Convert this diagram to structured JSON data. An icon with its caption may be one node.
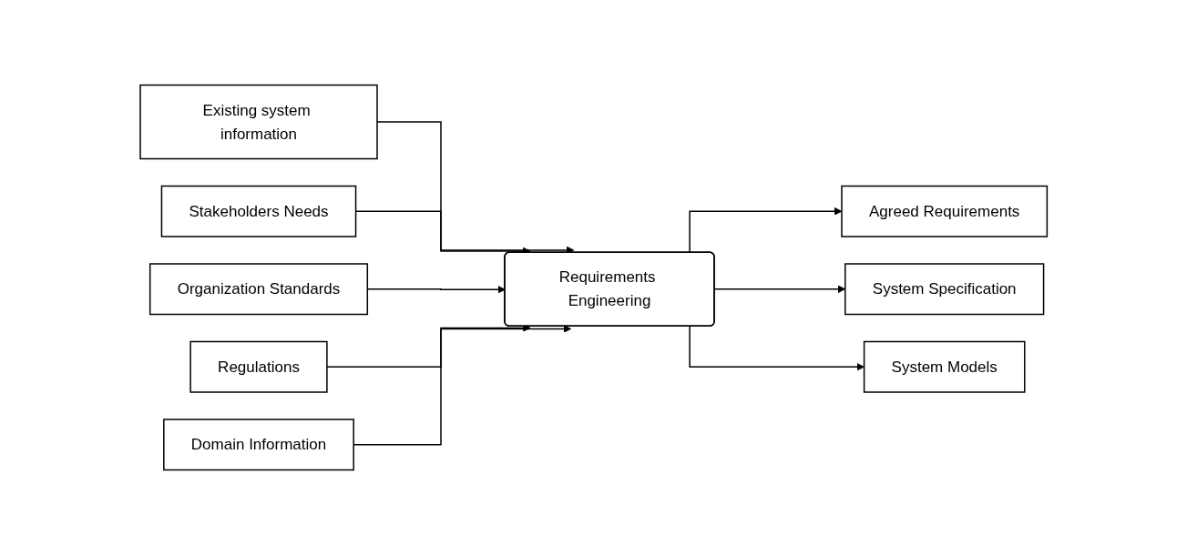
{
  "diagram": {
    "nodes": [
      {
        "text": [
          "Existing system information"
        ]
      },
      {
        "text": [
          "Stakeholders Needs"
        ]
      },
      {
        "text": [
          "Organization Standards"
        ]
      },
      {
        "text": [
          "Regulations"
        ]
      },
      {
        "text": [
          "Domain Information"
        ]
      },
      {
        "text": [
          "Requirements Engineering"
        ]
      },
      {
        "text": [
          "Agreed Requirements"
        ]
      },
      {
        "text": [
          "System Specification"
        ]
      },
      {
        "text": [
          "System Models"
        ]
      }
    ],
    "edges": [
      {
        "from": 0,
        "to": 5,
        "arrow": "to"
      },
      {
        "from": 1,
        "to": 5,
        "arrow": "to"
      },
      {
        "from": 2,
        "to": 5,
        "arrow": "to"
      },
      {
        "from": 3,
        "to": 5,
        "arrow": "to"
      },
      {
        "from": 4,
        "to": 5,
        "arrow": "to"
      },
      {
        "from": 5,
        "to": 6,
        "arrow": "to"
      },
      {
        "from": 5,
        "to": 7,
        "arrow": "to"
      },
      {
        "from": 5,
        "to": 8,
        "arrow": "to"
      }
    ]
  }
}
